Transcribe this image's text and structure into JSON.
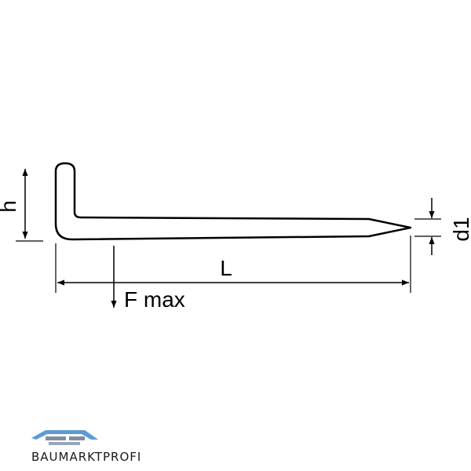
{
  "drawing": {
    "label_h": "h",
    "label_L": "L",
    "label_d1": "d1",
    "label_force": "F max"
  },
  "logo": {
    "text": "BAUMARKTPROFI",
    "colors": {
      "roof": "#5a9bd5",
      "bars": "#7f8ea3",
      "text": "#1a1a1a"
    }
  },
  "colors": {
    "line": "#000000",
    "background": "#ffffff"
  }
}
